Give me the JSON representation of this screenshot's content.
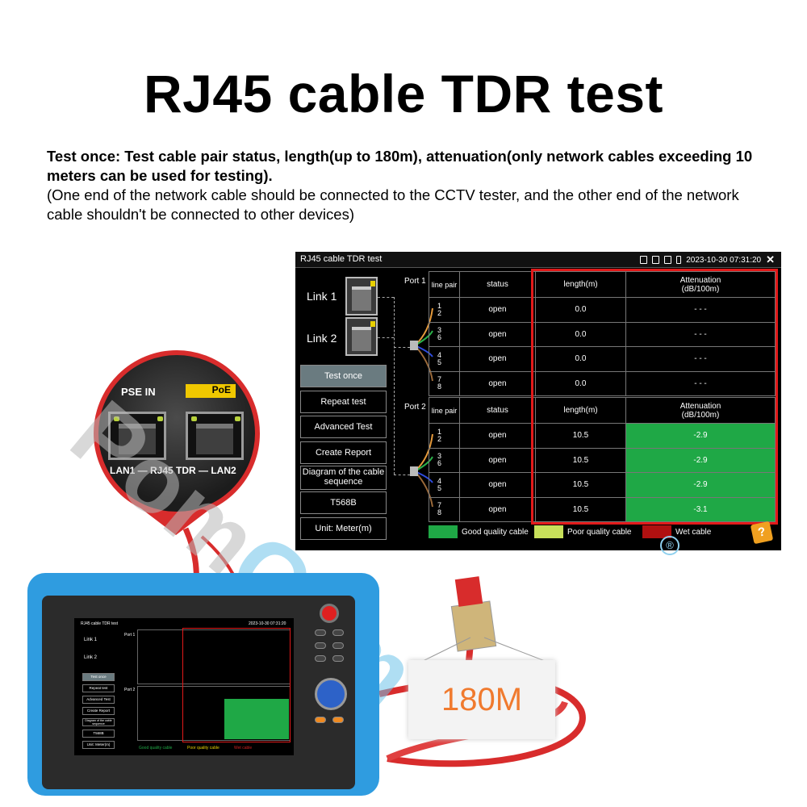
{
  "headline": "RJ45 cable TDR test",
  "description": {
    "bold_line": "Test once: Test cable pair status, length(up to 180m), attenuation(only network cables exceeding 10 meters can be used for testing).",
    "normal_line": "(One end of the network cable should be connected to the CCTV tester, and the other end of the network cable shouldn't be connected to other devices)"
  },
  "watermark": {
    "gray": "Pom",
    "blue": "Cam",
    "reg": "®"
  },
  "screen": {
    "title": "RJ45 cable TDR test",
    "datetime": "2023-10-30 07:31:20",
    "close": "✕",
    "links": [
      "Link 1",
      "Link 2"
    ],
    "buttons": [
      {
        "label": "Test once",
        "active": true
      },
      {
        "label": "Repeat test"
      },
      {
        "label": "Advanced Test"
      },
      {
        "label": "Create Report"
      },
      {
        "label": "Diagram of the cable sequence"
      },
      {
        "label": "T568B"
      },
      {
        "label": "Unit: Meter(m)"
      }
    ],
    "columns": {
      "line_pair": "line pair",
      "status": "status",
      "length": "length(m)",
      "attenuation": "Attenuation",
      "attenuation_unit": "(dB/100m)"
    },
    "port1": {
      "label": "Port 1",
      "rows": [
        {
          "p1": "1",
          "p2": "2",
          "status": "open",
          "length": "0.0",
          "att": "- - -"
        },
        {
          "p1": "3",
          "p2": "6",
          "status": "open",
          "length": "0.0",
          "att": "- - -"
        },
        {
          "p1": "4",
          "p2": "5",
          "status": "open",
          "length": "0.0",
          "att": "- - -"
        },
        {
          "p1": "7",
          "p2": "8",
          "status": "open",
          "length": "0.0",
          "att": "- - -"
        }
      ]
    },
    "port2": {
      "label": "Port 2",
      "rows": [
        {
          "p1": "1",
          "p2": "2",
          "status": "open",
          "length": "10.5",
          "att": "-2.9"
        },
        {
          "p1": "3",
          "p2": "6",
          "status": "open",
          "length": "10.5",
          "att": "-2.9"
        },
        {
          "p1": "4",
          "p2": "5",
          "status": "open",
          "length": "10.5",
          "att": "-2.9"
        },
        {
          "p1": "7",
          "p2": "8",
          "status": "open",
          "length": "10.5",
          "att": "-3.1"
        }
      ]
    },
    "legend": [
      {
        "label": "Good quality cable",
        "color": "#1fa846"
      },
      {
        "label": "Poor quality cable",
        "color": "#c8e05a"
      },
      {
        "label": "Wet cable",
        "color": "#b01010"
      }
    ],
    "help": "?"
  },
  "zoom": {
    "pse_in": "PSE IN",
    "poe": "PoE",
    "lan_caption": "LAN1 — RJ45 TDR — LAN2"
  },
  "mini_screen": {
    "title": "RJ45 cable TDR test",
    "datetime": "2023-10-30 07:31:20",
    "links": [
      "Link 1",
      "Link 2"
    ],
    "port1": "Port 1",
    "port2": "Port 2",
    "buttons": [
      "Test once",
      "Repeat test",
      "Advanced Test",
      "Create Report",
      "Diagram of the cable sequence",
      "T568B",
      "Unit: Meter(m)"
    ],
    "legend": [
      "Good quality cable",
      "Poor quality cable",
      "Wet cable"
    ]
  },
  "cable_length_label": "180M",
  "colors": {
    "accent_red": "#e21a1a",
    "device_blue": "#2f9ce0",
    "good": "#1fa846",
    "label_orange": "#f07a2e"
  }
}
